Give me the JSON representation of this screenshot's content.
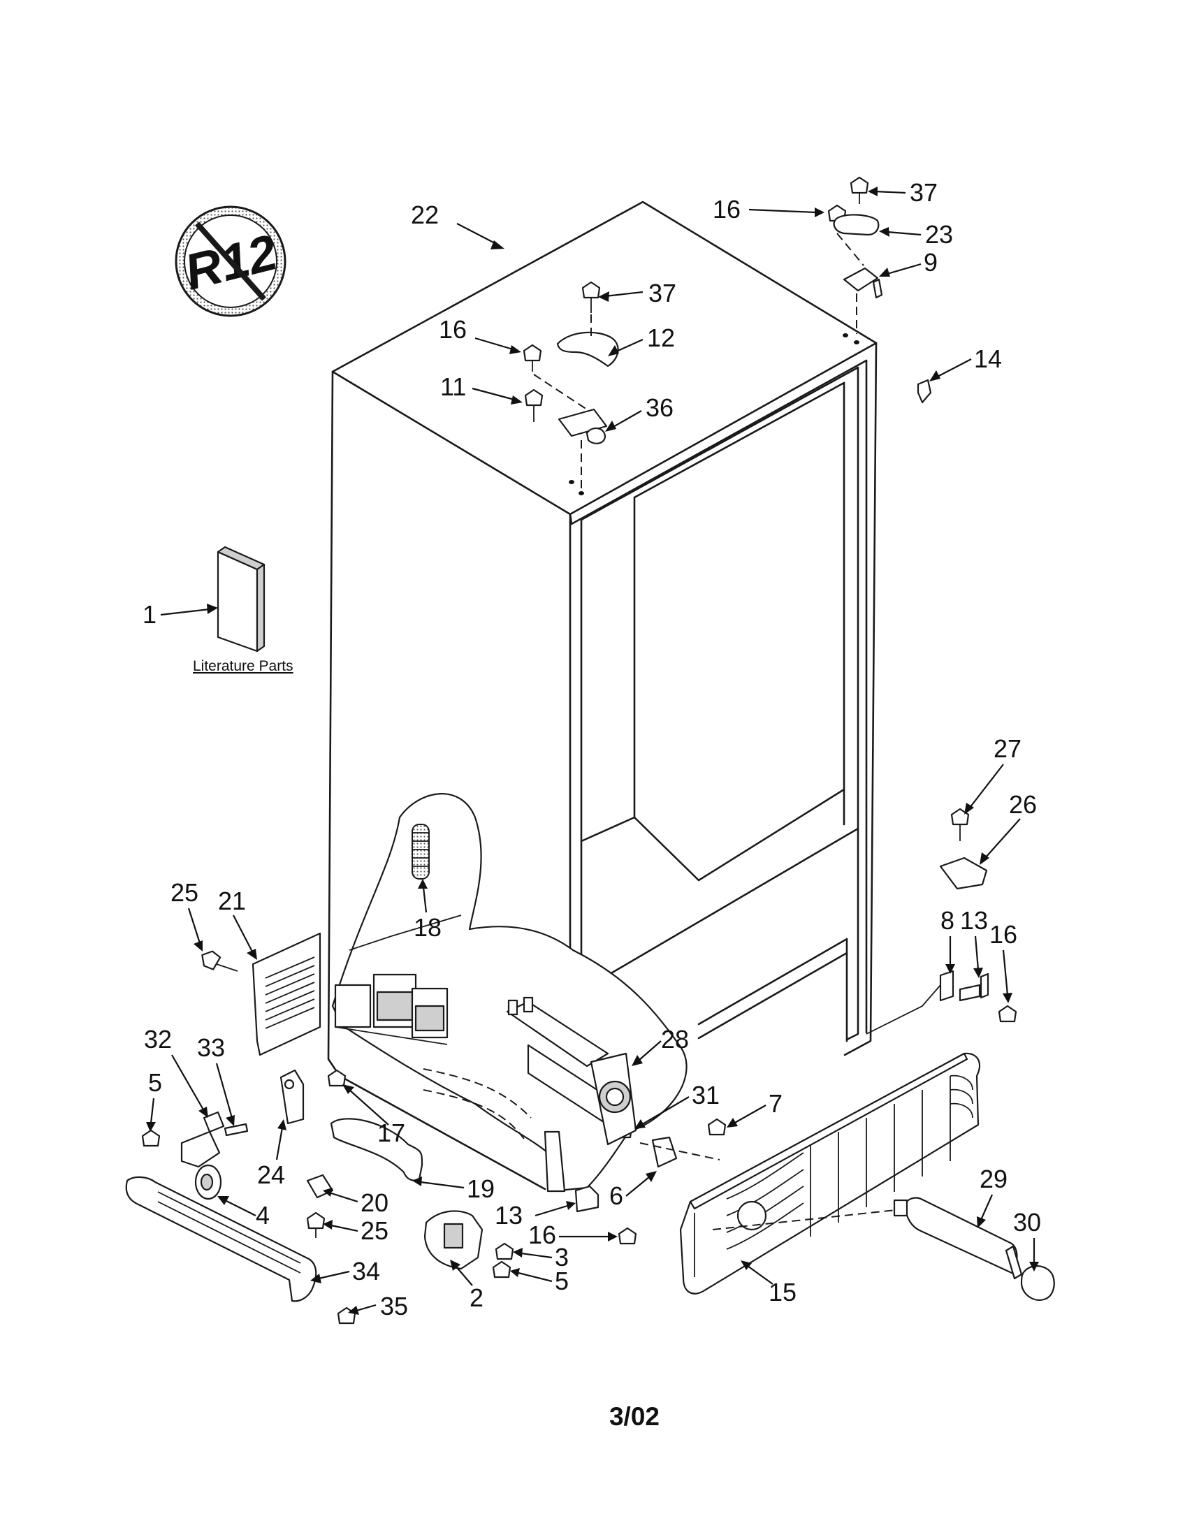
{
  "badge": {
    "text": "R12"
  },
  "literature": {
    "caption": "Literature Parts"
  },
  "footer": {
    "date_code": "3/02"
  },
  "callouts": {
    "c1": "1",
    "c2": "2",
    "c3": "3",
    "c4": "4",
    "c5a": "5",
    "c5b": "5",
    "c6": "6",
    "c7": "7",
    "c8": "8",
    "c9": "9",
    "c11": "11",
    "c12": "12",
    "c13a": "13",
    "c13b": "13",
    "c14": "14",
    "c15": "15",
    "c16a": "16",
    "c16b": "16",
    "c16c": "16",
    "c16d": "16",
    "c17": "17",
    "c18": "18",
    "c19": "19",
    "c20": "20",
    "c21": "21",
    "c22": "22",
    "c23": "23",
    "c24": "24",
    "c25a": "25",
    "c25b": "25",
    "c26": "26",
    "c27": "27",
    "c28": "28",
    "c29": "29",
    "c30": "30",
    "c31": "31",
    "c32": "32",
    "c33": "33",
    "c34": "34",
    "c35": "35",
    "c36": "36",
    "c37a": "37",
    "c37b": "37"
  }
}
